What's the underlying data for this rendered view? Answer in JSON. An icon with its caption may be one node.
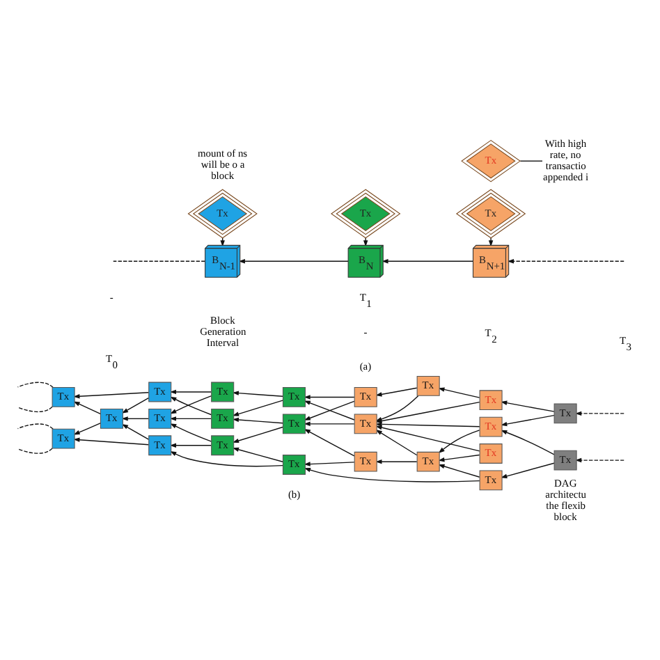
{
  "diagram": {
    "nodes": [
      {
        "text": [
          "Tx"
        ],
        "beside": [
          "mount of ns will be o a block"
        ]
      },
      {
        "text": [
          "Tx"
        ]
      },
      {
        "text": [
          "Tx"
        ]
      },
      {
        "text": [
          "With high rate, no transactio appended i"
        ]
      },
      {
        "text": [
          "Tx"
        ]
      },
      {
        "text": [
          "B$_{N-1}$"
        ]
      },
      {
        "text": [
          "B$_{N}$"
        ]
      },
      {
        "text": [
          "B$_{N+1}$"
        ]
      },
      {
        "text": [
          "Tx"
        ]
      },
      {
        "text": [
          "Tx"
        ]
      },
      {
        "text": [
          "Tx"
        ]
      },
      {
        "text": [
          "Tx"
        ]
      },
      {
        "text": [
          "Tx"
        ]
      },
      {
        "text": [
          "Tx"
        ]
      },
      {
        "text": [
          "Tx"
        ]
      },
      {
        "text": [
          "Tx"
        ]
      },
      {
        "text": [
          "Tx"
        ]
      },
      {
        "text": [
          "Tx"
        ]
      },
      {
        "text": [
          "Tx"
        ]
      },
      {
        "text": [
          "Tx"
        ]
      },
      {
        "text": [
          "Tx"
        ]
      },
      {
        "text": [
          "Tx"
        ]
      },
      {
        "text": [
          "Tx"
        ]
      },
      {
        "text": [
          "Tx"
        ]
      },
      {
        "text": [
          "Tx"
        ]
      },
      {
        "text": [
          "Tx"
        ]
      },
      {
        "text": [
          "Tx"
        ]
      },
      {
        "text": [
          "Tx"
        ]
      },
      {
        "text": [
          "Tx"
        ]
      },
      {
        "text": [
          "Tx"
        ]
      },
      {
        "text": [
          "Tx"
        ]
      }
    ],
    "edges": [
      {
        "from": 0,
        "to": 5,
        "arrow": "to",
        "style": "dashed"
      },
      {
        "from": 1,
        "to": 6,
        "arrow": "to",
        "style": "dashed"
      },
      {
        "from": 2,
        "to": 7,
        "arrow": "to",
        "style": "dashed"
      },
      {
        "from": 3,
        "to": 4,
        "arrow": "none"
      },
      {
        "from": 5,
        "to": null,
        "arrow": "none",
        "style": "dashed"
      },
      {
        "from": 6,
        "to": 5,
        "arrow": "to"
      },
      {
        "from": 7,
        "to": 6,
        "arrow": "to"
      },
      {
        "from": null,
        "to": 7,
        "arrow": "to",
        "style": "dashed"
      },
      {
        "from": 8,
        "to": null,
        "arrow": "none",
        "style": "dashed"
      },
      {
        "from": 8,
        "to": null,
        "arrow": "none",
        "style": "dashed"
      },
      {
        "from": 12,
        "to": null,
        "arrow": "none",
        "style": "dashed"
      },
      {
        "from": 12,
        "to": null,
        "arrow": "none",
        "style": "dashed"
      },
      {
        "from": 9,
        "to": 8,
        "arrow": "to"
      },
      {
        "from": 10,
        "to": 8,
        "arrow": "to"
      },
      {
        "from": 10,
        "to": 12,
        "arrow": "to"
      },
      {
        "from": 9,
        "to": 10,
        "arrow": "to"
      },
      {
        "from": 11,
        "to": 10,
        "arrow": "to"
      },
      {
        "from": 13,
        "to": 10,
        "arrow": "to"
      },
      {
        "from": 13,
        "to": 12,
        "arrow": "to"
      },
      {
        "from": 14,
        "to": 9,
        "arrow": "to"
      },
      {
        "from": 14,
        "to": 11,
        "arrow": "to"
      },
      {
        "from": 16,
        "to": 9,
        "arrow": "to"
      },
      {
        "from": 16,
        "to": 11,
        "arrow": "to"
      },
      {
        "from": 18,
        "to": 11,
        "arrow": "to"
      },
      {
        "from": 18,
        "to": 13,
        "arrow": "to"
      },
      {
        "from": 19,
        "to": 13,
        "arrow": "to"
      },
      {
        "from": 15,
        "to": 14,
        "arrow": "to"
      },
      {
        "from": 15,
        "to": 16,
        "arrow": "to"
      },
      {
        "from": 17,
        "to": 16,
        "arrow": "to"
      },
      {
        "from": 17,
        "to": 18,
        "arrow": "to"
      },
      {
        "from": 19,
        "to": 18,
        "arrow": "to"
      },
      {
        "from": 20,
        "to": 15,
        "arrow": "to"
      },
      {
        "from": 23,
        "to": 15,
        "arrow": "to"
      },
      {
        "from": 20,
        "to": 17,
        "arrow": "to"
      },
      {
        "from": 23,
        "to": 17,
        "arrow": "to"
      },
      {
        "from": 25,
        "to": 17,
        "arrow": "to"
      },
      {
        "from": 25,
        "to": 19,
        "arrow": "to"
      },
      {
        "from": 28,
        "to": 19,
        "arrow": "to"
      },
      {
        "from": 21,
        "to": 20,
        "arrow": "to"
      },
      {
        "from": 22,
        "to": 21,
        "arrow": "to"
      },
      {
        "from": 21,
        "to": 23,
        "arrow": "to"
      },
      {
        "from": 22,
        "to": 23,
        "arrow": "to"
      },
      {
        "from": 24,
        "to": 23,
        "arrow": "to"
      },
      {
        "from": 26,
        "to": 23,
        "arrow": "to"
      },
      {
        "from": 27,
        "to": 23,
        "arrow": "to"
      },
      {
        "from": 26,
        "to": 25,
        "arrow": "to"
      },
      {
        "from": 27,
        "to": 26,
        "arrow": "to"
      },
      {
        "from": 24,
        "to": 26,
        "arrow": "to"
      },
      {
        "from": 28,
        "to": 26,
        "arrow": "to"
      },
      {
        "from": 29,
        "to": 22,
        "arrow": "to"
      },
      {
        "from": 29,
        "to": 24,
        "arrow": "to"
      },
      {
        "from": 30,
        "to": 24,
        "arrow": "to"
      },
      {
        "from": 30,
        "to": 28,
        "arrow": "to"
      },
      {
        "from": null,
        "to": 29,
        "arrow": "to",
        "style": "dashed"
      },
      {
        "from": null,
        "to": 30,
        "arrow": "to",
        "style": "dashed"
      }
    ],
    "labels": [
      "T$_{0}$",
      "-",
      "Block Generation Interval",
      "-",
      "T$_{1}$",
      "T$_{2}$",
      "T$_{3}$",
      "(a)",
      "(b)",
      "DAG architectu the flexib block"
    ]
  }
}
